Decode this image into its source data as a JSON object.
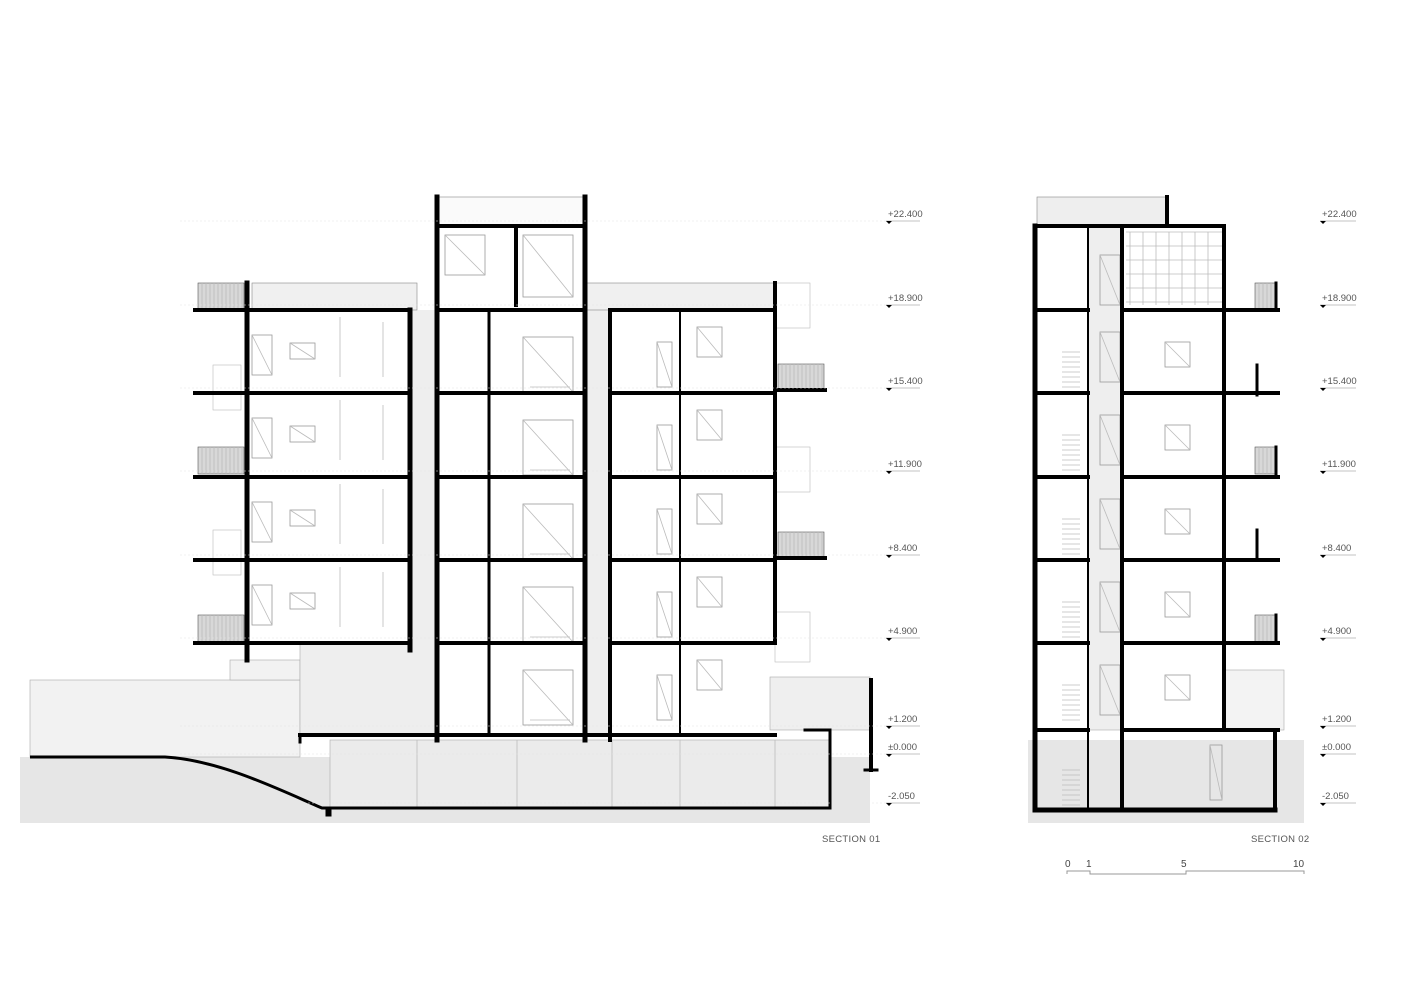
{
  "sections": [
    {
      "title": "SECTION 01"
    },
    {
      "title": "SECTION 02"
    }
  ],
  "levels": [
    "+22.400",
    "+18.900",
    "+15.400",
    "+11.900",
    "+8.400",
    "+4.900",
    "+1.200",
    "±0.000",
    "-2.050"
  ],
  "scale_bar": {
    "ticks": [
      "0",
      "1",
      "5",
      "10"
    ]
  },
  "colors": {
    "wall": "#000000",
    "fill": "#eeeeee",
    "ground": "#e6e6e6",
    "thin": "#bbbbbb"
  }
}
